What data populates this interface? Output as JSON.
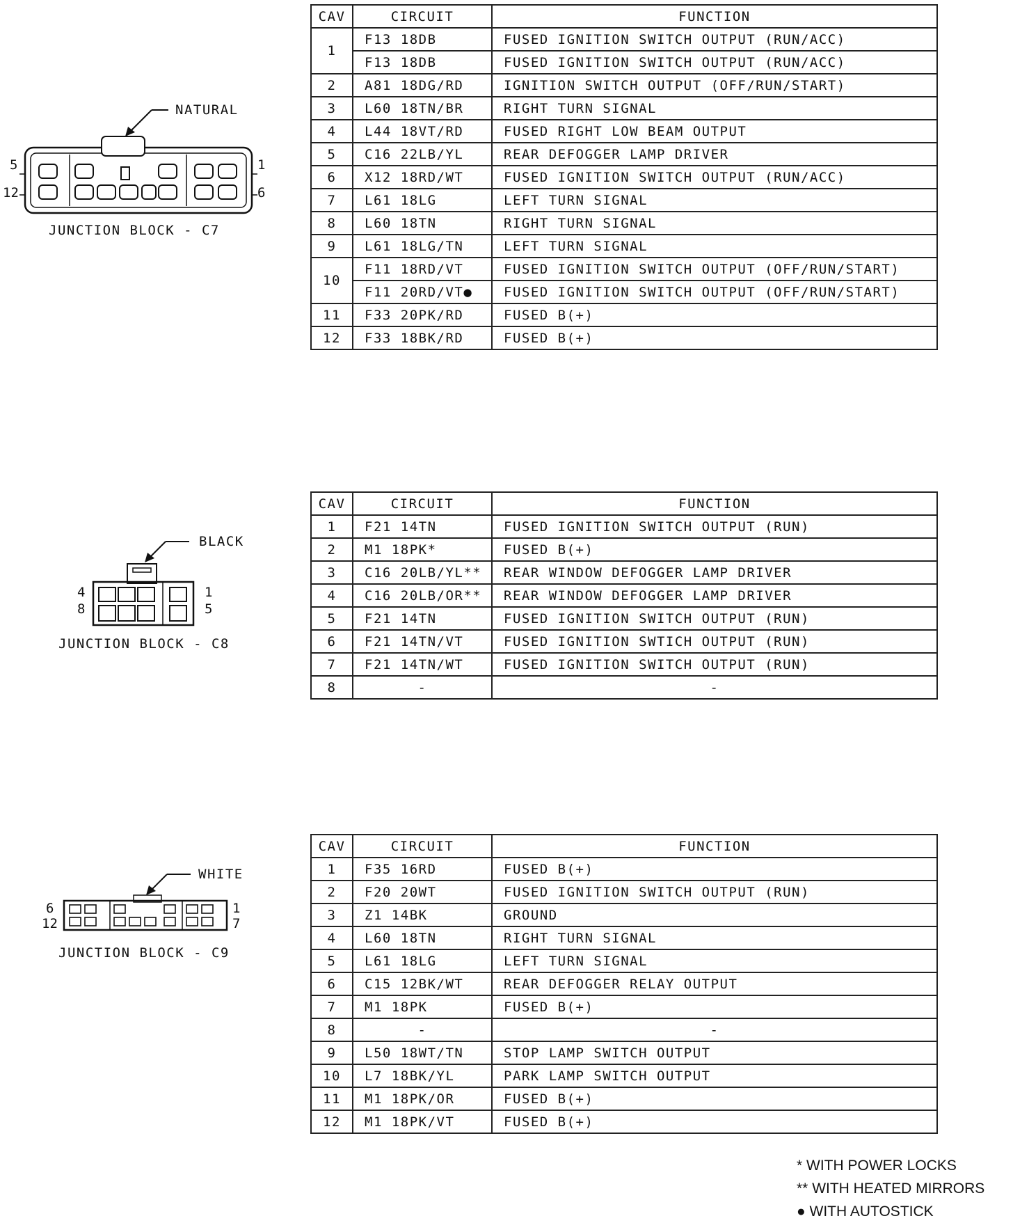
{
  "connectors": [
    {
      "id": "c7",
      "label": "JUNCTION BLOCK - C7",
      "color": "NATURAL",
      "pin_labels": {
        "top_left": "5",
        "bottom_left": "12",
        "top_right": "1",
        "bottom_right": "6"
      },
      "columns": {
        "cav": "CAV",
        "circuit": "CIRCUIT",
        "function": "FUNCTION"
      },
      "rows": [
        {
          "cav": "1",
          "circuit": "F13 18DB",
          "function": "FUSED IGNITION SWITCH OUTPUT (RUN/ACC)",
          "span": 2
        },
        {
          "cav": "",
          "circuit": "F13 18DB",
          "function": "FUSED IGNITION SWITCH OUTPUT (RUN/ACC)",
          "span": 0
        },
        {
          "cav": "2",
          "circuit": "A81 18DG/RD",
          "function": "IGNITION SWITCH OUTPUT (OFF/RUN/START)",
          "span": 1
        },
        {
          "cav": "3",
          "circuit": "L60 18TN/BR",
          "function": "RIGHT TURN SIGNAL",
          "span": 1
        },
        {
          "cav": "4",
          "circuit": "L44 18VT/RD",
          "function": "FUSED RIGHT LOW BEAM OUTPUT",
          "span": 1
        },
        {
          "cav": "5",
          "circuit": "C16 22LB/YL",
          "function": "REAR DEFOGGER LAMP DRIVER",
          "span": 1
        },
        {
          "cav": "6",
          "circuit": "X12 18RD/WT",
          "function": "FUSED IGNITION SWITCH OUTPUT (RUN/ACC)",
          "span": 1
        },
        {
          "cav": "7",
          "circuit": "L61 18LG",
          "function": "LEFT TURN SIGNAL",
          "span": 1
        },
        {
          "cav": "8",
          "circuit": "L60 18TN",
          "function": "RIGHT TURN SIGNAL",
          "span": 1
        },
        {
          "cav": "9",
          "circuit": "L61 18LG/TN",
          "function": "LEFT TURN SIGNAL",
          "span": 1
        },
        {
          "cav": "10",
          "circuit": "F11 18RD/VT",
          "function": "FUSED IGNITION SWITCH OUTPUT (OFF/RUN/START)",
          "span": 2
        },
        {
          "cav": "",
          "circuit": "F11 20RD/VT●",
          "function": "FUSED IGNITION SWITCH OUTPUT (OFF/RUN/START)",
          "span": 0
        },
        {
          "cav": "11",
          "circuit": "F33 20PK/RD",
          "function": "FUSED B(+)",
          "span": 1
        },
        {
          "cav": "12",
          "circuit": "F33 18BK/RD",
          "function": "FUSED B(+)",
          "span": 1
        }
      ]
    },
    {
      "id": "c8",
      "label": "JUNCTION BLOCK - C8",
      "color": "BLACK",
      "pin_labels": {
        "top_left": "4",
        "bottom_left": "8",
        "top_right": "1",
        "bottom_right": "5"
      },
      "columns": {
        "cav": "CAV",
        "circuit": "CIRCUIT",
        "function": "FUNCTION"
      },
      "rows": [
        {
          "cav": "1",
          "circuit": "F21 14TN",
          "function": "FUSED IGNITION SWITCH OUTPUT (RUN)",
          "span": 1
        },
        {
          "cav": "2",
          "circuit": "M1 18PK*",
          "function": "FUSED B(+)",
          "span": 1
        },
        {
          "cav": "3",
          "circuit": "C16 20LB/YL**",
          "function": "REAR WINDOW DEFOGGER LAMP DRIVER",
          "span": 1
        },
        {
          "cav": "4",
          "circuit": "C16 20LB/OR**",
          "function": "REAR WINDOW DEFOGGER LAMP DRIVER",
          "span": 1
        },
        {
          "cav": "5",
          "circuit": "F21 14TN",
          "function": "FUSED IGNITION SWITCH OUTPUT (RUN)",
          "span": 1
        },
        {
          "cav": "6",
          "circuit": "F21 14TN/VT",
          "function": "FUSED IGNITION SWTICH OUTPUT (RUN)",
          "span": 1
        },
        {
          "cav": "7",
          "circuit": "F21 14TN/WT",
          "function": "FUSED IGNITION SWITCH OUTPUT (RUN)",
          "span": 1
        },
        {
          "cav": "8",
          "circuit": "-",
          "function": "-",
          "span": 1
        }
      ]
    },
    {
      "id": "c9",
      "label": "JUNCTION BLOCK - C9",
      "color": "WHITE",
      "pin_labels": {
        "top_left": "6",
        "bottom_left": "12",
        "top_right": "1",
        "bottom_right": "7"
      },
      "columns": {
        "cav": "CAV",
        "circuit": "CIRCUIT",
        "function": "FUNCTION"
      },
      "rows": [
        {
          "cav": "1",
          "circuit": "F35 16RD",
          "function": "FUSED B(+)",
          "span": 1
        },
        {
          "cav": "2",
          "circuit": "F20 20WT",
          "function": "FUSED IGNITION SWITCH OUTPUT (RUN)",
          "span": 1
        },
        {
          "cav": "3",
          "circuit": "Z1 14BK",
          "function": "GROUND",
          "span": 1
        },
        {
          "cav": "4",
          "circuit": "L60 18TN",
          "function": "RIGHT TURN SIGNAL",
          "span": 1
        },
        {
          "cav": "5",
          "circuit": "L61 18LG",
          "function": "LEFT TURN SIGNAL",
          "span": 1
        },
        {
          "cav": "6",
          "circuit": "C15 12BK/WT",
          "function": "REAR DEFOGGER RELAY OUTPUT",
          "span": 1
        },
        {
          "cav": "7",
          "circuit": "M1 18PK",
          "function": "FUSED B(+)",
          "span": 1
        },
        {
          "cav": "8",
          "circuit": "-",
          "function": "-",
          "span": 1
        },
        {
          "cav": "9",
          "circuit": "L50 18WT/TN",
          "function": "STOP LAMP SWITCH OUTPUT",
          "span": 1
        },
        {
          "cav": "10",
          "circuit": "L7 18BK/YL",
          "function": "PARK LAMP SWITCH OUTPUT",
          "span": 1
        },
        {
          "cav": "11",
          "circuit": "M1 18PK/OR",
          "function": "FUSED B(+)",
          "span": 1
        },
        {
          "cav": "12",
          "circuit": "M1 18PK/VT",
          "function": "FUSED B(+)",
          "span": 1
        }
      ]
    }
  ],
  "footnotes": [
    {
      "symbol": "*",
      "text": "WITH POWER LOCKS"
    },
    {
      "symbol": "**",
      "text": "WITH HEATED MIRRORS"
    },
    {
      "symbol": "●",
      "text": "WITH AUTOSTICK"
    }
  ]
}
